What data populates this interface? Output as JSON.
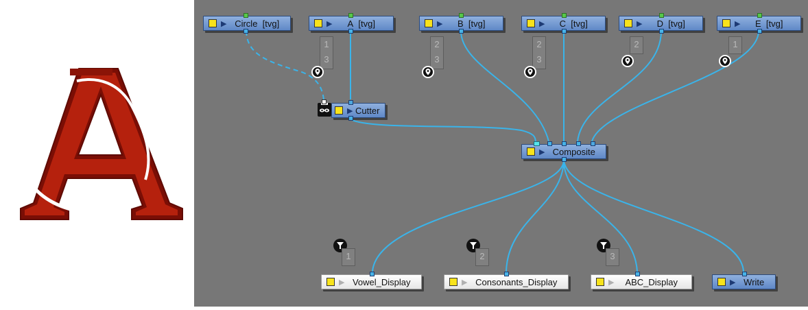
{
  "preview": {
    "glyph": "A",
    "glyph_color": "#a21a0b"
  },
  "nodes": {
    "circle": {
      "name": "Circle",
      "type": "[tvg]"
    },
    "a": {
      "name": "A",
      "type": "[tvg]"
    },
    "b": {
      "name": "B",
      "type": "[tvg]"
    },
    "c": {
      "name": "C",
      "type": "[tvg]"
    },
    "d": {
      "name": "D",
      "type": "[tvg]"
    },
    "e": {
      "name": "E",
      "type": "[tvg]"
    },
    "cutter": {
      "name": "Cutter"
    },
    "composite": {
      "name": "Composite"
    },
    "vowel": {
      "name": "Vowel_Display"
    },
    "consonants": {
      "name": "Consonants_Display"
    },
    "abc": {
      "name": "ABC_Display"
    },
    "write": {
      "name": "Write"
    }
  },
  "counters": {
    "a": [
      "1",
      "3"
    ],
    "b": [
      "2",
      "3"
    ],
    "c": [
      "2",
      "3"
    ],
    "d": [
      "2"
    ],
    "e": [
      "1"
    ],
    "vowel": [
      "1"
    ],
    "consonants": [
      "2"
    ],
    "abc": [
      "3"
    ]
  },
  "colors": {
    "graph_bg": "#777777",
    "wire": "#3ab4ea",
    "node_blue": "#6b90cc",
    "port_green": "#57c94a",
    "display_yellow": "#f8e31c"
  },
  "icons": {
    "arrow": "▶",
    "marker": "map-pin-icon",
    "filter": "funnel-icon",
    "cutter": "mask-icon"
  }
}
